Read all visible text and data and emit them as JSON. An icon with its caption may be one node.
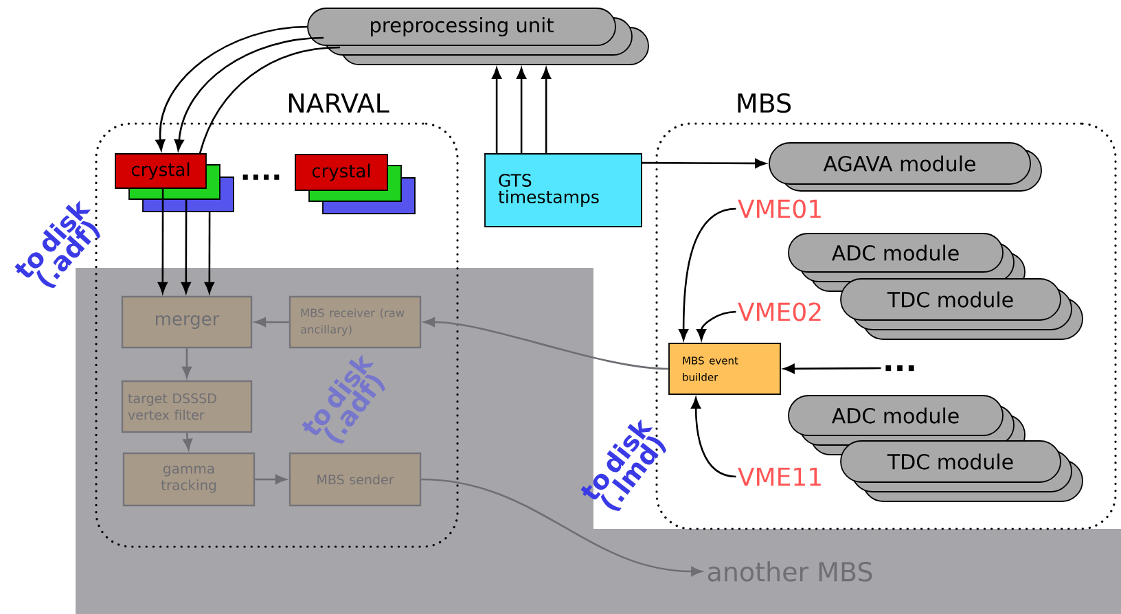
{
  "diagram": {
    "nodes": [
      {
        "text": [
          "NARVAL"
        ]
      },
      {
        "text": [
          "MBS"
        ]
      },
      {
        "text": [
          "preprocessing unit"
        ]
      },
      {
        "text": [
          "crystal"
        ],
        "in": 0
      },
      {
        "text": [
          "crystal"
        ],
        "in": 0
      },
      {
        "text": [
          "GTS timestamps"
        ]
      },
      {
        "text": [
          "merger"
        ],
        "in": 0
      },
      {
        "text": [
          "MBS receiver (raw ancillary)"
        ],
        "in": 0
      },
      {
        "text": [
          "target DSSSD vertex filter"
        ],
        "in": 0
      },
      {
        "text": [
          "gamma tracking"
        ],
        "in": 0
      },
      {
        "text": [
          "MBS sender"
        ],
        "in": 0
      },
      {
        "text": [
          "another MBS"
        ]
      },
      {
        "text": [
          "AGAVA module"
        ],
        "in": 1
      },
      {
        "text": [
          "VME01"
        ],
        "in": 1
      },
      {
        "text": [
          "ADC module"
        ],
        "in": 1
      },
      {
        "text": [
          "TDC module"
        ],
        "in": 1
      },
      {
        "text": [
          "VME02"
        ],
        "in": 1
      },
      {
        "text": [
          "MBS event builder"
        ],
        "in": 1
      },
      {
        "text": [
          "..."
        ],
        "in": 1
      },
      {
        "text": [
          "ADC module"
        ],
        "in": 1
      },
      {
        "text": [
          "TDC module"
        ],
        "in": 1
      },
      {
        "text": [
          "VME11"
        ],
        "in": 1
      }
    ],
    "edges": [
      {
        "from": 2,
        "to": 3,
        "arrow": "to"
      },
      {
        "from": 2,
        "to": 3,
        "arrow": "to"
      },
      {
        "from": 2,
        "to": 3,
        "arrow": "none"
      },
      {
        "from": 5,
        "to": 2,
        "arrow": "to"
      },
      {
        "from": 5,
        "to": 2,
        "arrow": "to"
      },
      {
        "from": 5,
        "to": 2,
        "arrow": "to"
      },
      {
        "from": 5,
        "to": 12,
        "arrow": "to"
      },
      {
        "from": 3,
        "to": 6,
        "arrow": "to"
      },
      {
        "from": 3,
        "to": 6,
        "arrow": "to"
      },
      {
        "from": 3,
        "to": 6,
        "arrow": "to"
      },
      {
        "from": 7,
        "to": 6,
        "arrow": "to",
        "color": "#6e6e74"
      },
      {
        "from": 6,
        "to": 8,
        "arrow": "to",
        "color": "#6e6e74"
      },
      {
        "from": 8,
        "to": 9,
        "arrow": "to",
        "color": "#6e6e74"
      },
      {
        "from": 9,
        "to": 10,
        "arrow": "to",
        "color": "#6e6e74"
      },
      {
        "from": 10,
        "to": 11,
        "arrow": "to",
        "color": "#6e6e74"
      },
      {
        "from": 17,
        "to": 7,
        "arrow": "to",
        "color": "#6e6e74"
      },
      {
        "from": 13,
        "to": 17,
        "arrow": "to"
      },
      {
        "from": 16,
        "to": 17,
        "arrow": "to"
      },
      {
        "from": 18,
        "to": 17,
        "arrow": "to"
      },
      {
        "from": 21,
        "to": 17,
        "arrow": "to"
      }
    ],
    "labels": [
      "....",
      "to disk (.adf)",
      "to disk (.adf)",
      "to disk (.lmd)"
    ]
  }
}
